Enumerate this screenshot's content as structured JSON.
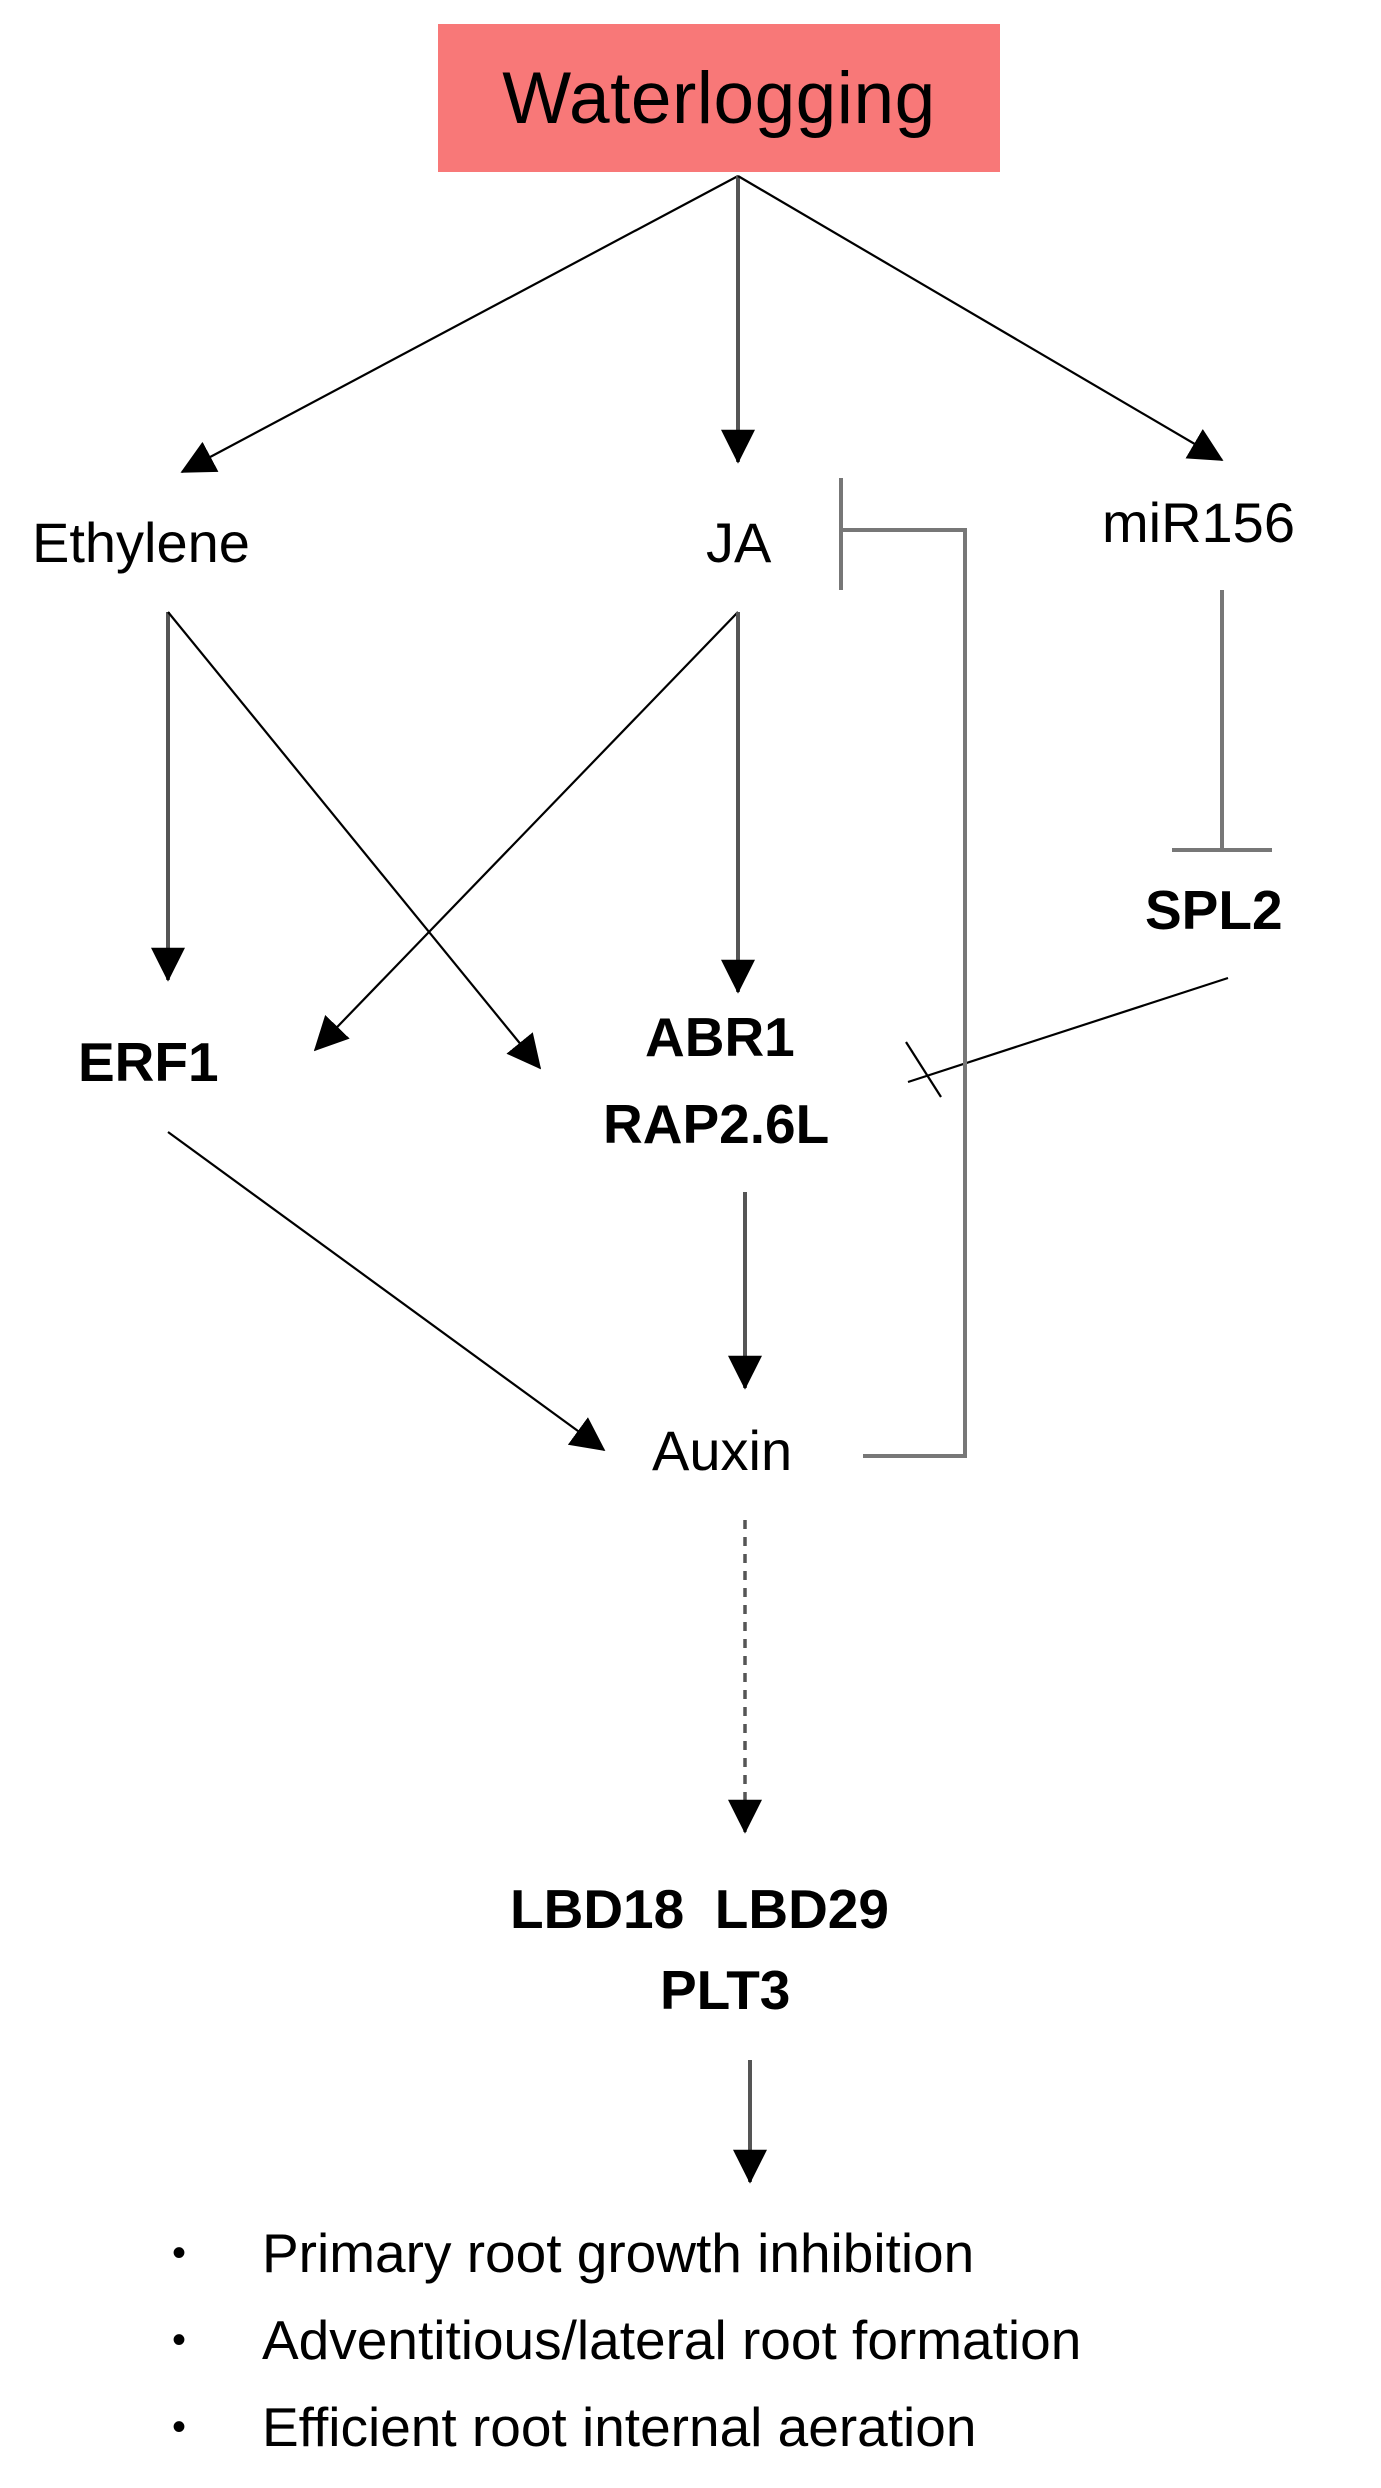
{
  "diagram": {
    "stressor": "Waterlogging",
    "nodes": {
      "ethylene": "Ethylene",
      "ja": "JA",
      "mir156": "miR156",
      "spl2": "SPL2",
      "erf1": "ERF1",
      "abr1": "ABR1",
      "rap26l": "RAP2.6L",
      "auxin": "Auxin",
      "lbd_line1": "LBD18  LBD29",
      "lbd_line2": "PLT3"
    },
    "outcomes": [
      "Primary root growth inhibition",
      "Adventitious/lateral root formation",
      "Efficient root internal aeration"
    ],
    "bullet_symbol": "•",
    "edges": [
      {
        "from": "Waterlogging",
        "to": "Ethylene",
        "type": "activation"
      },
      {
        "from": "Waterlogging",
        "to": "JA",
        "type": "activation"
      },
      {
        "from": "Waterlogging",
        "to": "miR156",
        "type": "activation"
      },
      {
        "from": "Ethylene",
        "to": "ERF1",
        "type": "activation"
      },
      {
        "from": "Ethylene",
        "to": "ABR1/RAP2.6L",
        "type": "activation"
      },
      {
        "from": "JA",
        "to": "ERF1",
        "type": "activation"
      },
      {
        "from": "JA",
        "to": "ABR1/RAP2.6L",
        "type": "activation"
      },
      {
        "from": "miR156",
        "to": "SPL2",
        "type": "inhibition"
      },
      {
        "from": "SPL2",
        "to": "ABR1/RAP2.6L",
        "type": "inhibition"
      },
      {
        "from": "Auxin",
        "to": "JA",
        "type": "inhibition"
      },
      {
        "from": "ERF1",
        "to": "Auxin",
        "type": "activation"
      },
      {
        "from": "ABR1/RAP2.6L",
        "to": "Auxin",
        "type": "activation"
      },
      {
        "from": "Auxin",
        "to": "LBD18/LBD29/PLT3",
        "type": "indirect activation"
      },
      {
        "from": "LBD18/LBD29/PLT3",
        "to": "outcomes",
        "type": "activation"
      }
    ],
    "colors": {
      "stressor_fill": "#f87878",
      "line": "#000000",
      "feedback_line": "#7a7a7a"
    }
  }
}
